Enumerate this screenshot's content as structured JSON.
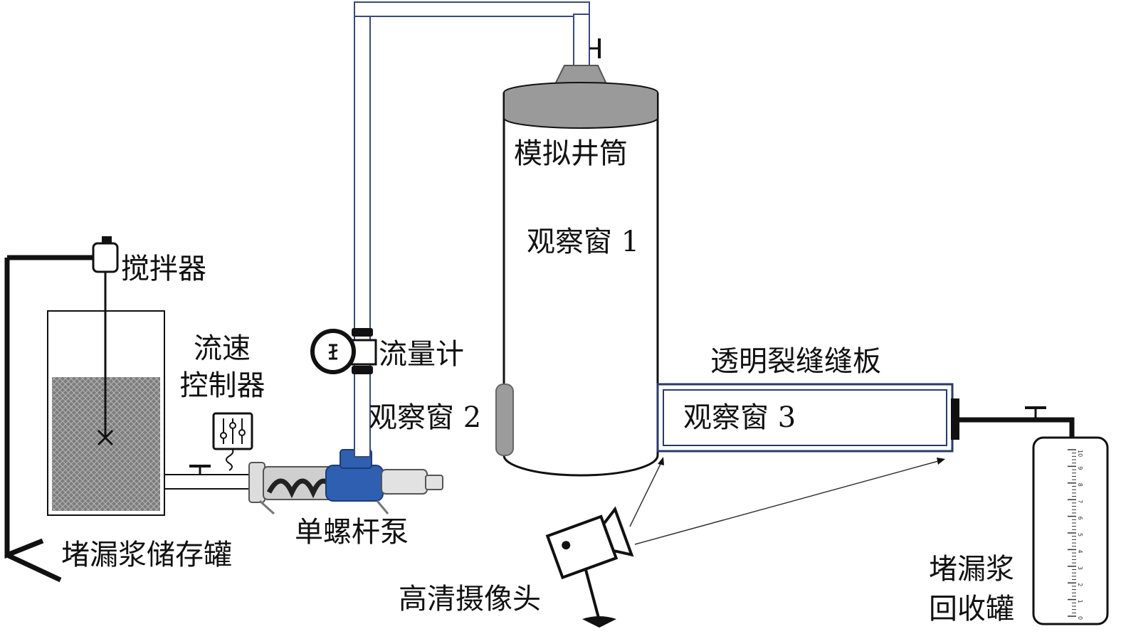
{
  "labels": {
    "agitator": "搅拌器",
    "flow_controller_line1": "流速",
    "flow_controller_line2": "控制器",
    "storage_tank": "堵漏浆储存罐",
    "pump": "单螺杆泵",
    "flow_meter": "流量计",
    "window_2": "观察窗 2",
    "wellbore": "模拟井筒",
    "window_1": "观察窗 1",
    "fracture_plate": "透明裂缝缝板",
    "window_3": "观察窗 3",
    "camera": "高清摄像头",
    "recovery_tank_line1": "堵漏浆",
    "recovery_tank_line2": "回收罐"
  },
  "scale_numbers": [
    "10",
    "9",
    "8",
    "7",
    "6",
    "5",
    "4",
    "3",
    "2",
    "1",
    "0"
  ],
  "colors": {
    "line": "#111111",
    "pump_blue": "#2f5fb0",
    "cap_gray": "#9a9a9a",
    "fluid_gray": "#8a8a8a",
    "window_gray": "#9c9c9c"
  }
}
